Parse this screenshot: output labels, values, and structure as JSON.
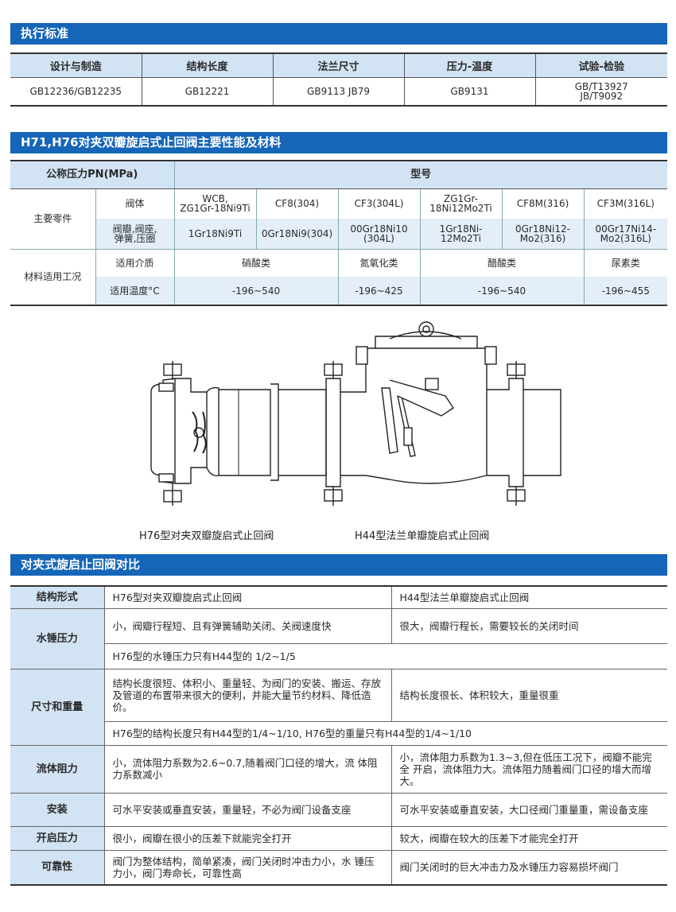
{
  "section1": {
    "title": "执行标准",
    "headers": [
      "设计与制造",
      "结构长度",
      "法兰尺寸",
      "压力-温度",
      "试验-检验"
    ],
    "values": [
      "GB12236/GB12235",
      "GB12221",
      "GB9113 JB79",
      "GB9131"
    ],
    "test_line1": "GB/T13927",
    "test_line2": "JB/T9092"
  },
  "section2": {
    "title": "H71,H76对夹双瓣旋启式止回阀主要性能及材料",
    "pn_header": "公称压力PN(MPa)",
    "model_header": "型号",
    "main_parts": "主要零件",
    "body_label": "阀体",
    "disc_label_1": "阀瓣,阀座,",
    "disc_label_2": "弹簧,压圈",
    "models_body": [
      [
        "WCB,",
        "ZG1Gr-18Ni9Ti"
      ],
      [
        "CF8(304)",
        ""
      ],
      [
        "CF3(304L)",
        ""
      ],
      [
        "ZG1Gr-",
        "18Ni12Mo2Ti"
      ],
      [
        "CF8M(316)",
        ""
      ],
      [
        "CF3M(316L)",
        ""
      ]
    ],
    "models_disc": [
      [
        "1Gr18Ni9Ti",
        ""
      ],
      [
        "0Gr18Ni9(304)",
        ""
      ],
      [
        "00Gr18Ni10",
        "(304L)"
      ],
      [
        "1Gr18Ni-",
        "12Mo2Ti"
      ],
      [
        "0Gr18Ni12-",
        "Mo2(316)"
      ],
      [
        "00Gr17Ni14-",
        "Mo2(316L)"
      ]
    ],
    "conditions": "材料适用工况",
    "medium_label": "适用介质",
    "temp_label": "适用温度°C",
    "media": [
      "硝酸类",
      "氮氧化类",
      "醋酸类",
      "尿素类"
    ],
    "temps": [
      "-196~540",
      "-196~425",
      "-196~540",
      "-196~455"
    ]
  },
  "figure": {
    "caption_left": "H76型对夹双瓣旋启式止回阀",
    "caption_right": "H44型法兰单瓣旋启式止回阀"
  },
  "section3": {
    "title": "对夹式旋启止回阀对比",
    "rows": [
      {
        "label": "结构形式",
        "h76": "H76型对夹双瓣旋启式止回阀",
        "h44": "H44型法兰单瓣旋启式止回阀"
      },
      {
        "label": "水锤压力",
        "h76": "小，阀瓣行程短、且有弹簧辅助关闭、关阀速度快",
        "h44": "很大，阀瓣行程长，需要较长的关闭时间",
        "note": "H76型的水锤压力只有H44型的 1/2~1/5"
      },
      {
        "label": "尺寸和重量",
        "h76": "结构长度很短、体积小、重量轻、为阀门的安装、搬运、存放及管道的布置带来很大的便利，并能大量节约材料、降低造价。",
        "h44": "结构长度很长、体积较大，重量很重",
        "note": "H76型的结构长度只有H44型的1/4~1/10, H76型的重量只有H44型的1/4~1/10"
      },
      {
        "label": "流体阻力",
        "h76": "小，流体阻力系数为2.6~0.7,随着阀门口径的增大，流 体阻力系数减小",
        "h44": "小，流体阻力系数为1.3~3,但在低压工况下，阀瓣不能完全 开启，流体阻力大。流体阻力随着阀门口径的增大而增大。"
      },
      {
        "label": "安装",
        "h76": "可水平安装或垂直安装，重量轻，不必为阀门设备支座",
        "h44": "可水平安装或垂直安装，大口径阀门重量重，需设备支座"
      },
      {
        "label": "开启压力",
        "h76": "很小，阀瓣在很小的压差下就能完全打开",
        "h44": "较大，阀瓣在较大的压差下才能完全打开"
      },
      {
        "label": "可靠性",
        "h76": "阀门为整体结构，简单紧凑，阀门关闭时冲击力小，水 锤压力小，阀门寿命长，可靠性高",
        "h44": "阀门关闭时的巨大冲击力及水锤压力容易损坏阀门"
      }
    ]
  }
}
